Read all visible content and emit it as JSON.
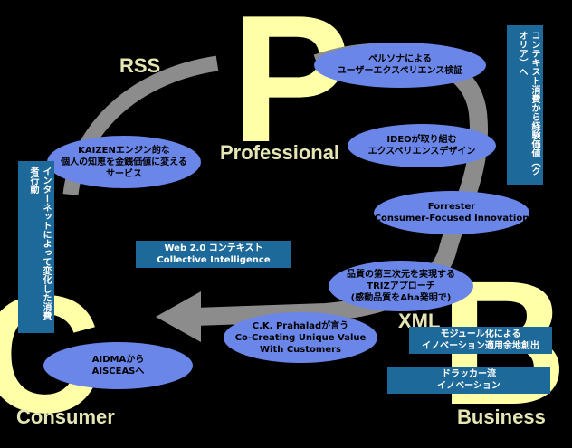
{
  "letters": {
    "p": "P",
    "c": "C",
    "b": "B"
  },
  "words": {
    "professional": "Professional",
    "consumer": "Consumer",
    "business": "Business",
    "rss": "RSS",
    "xml": "XML"
  },
  "ovals": [
    {
      "lines": [
        "ペルソナによる",
        "ユーザーエクスペリエンス検証"
      ]
    },
    {
      "lines": [
        "IDEOが取り組む",
        "エクスペリエンスデザイン"
      ]
    },
    {
      "lines": [
        "Forrester",
        "Consumer-Focused Innovation"
      ]
    },
    {
      "lines": [
        "品質の第三次元を実現する",
        "TRIZアプローチ",
        "(感動品質をAha発明で)"
      ]
    },
    {
      "lines": [
        "C.K. Prahaladが言う",
        "Co-Creating Unique Value",
        "With Customers"
      ]
    },
    {
      "lines": [
        "AIDMAから",
        "AISCEASへ"
      ]
    },
    {
      "lines": [
        "KAIZENエンジン的な",
        "個人の知恵を金銭価値に変える",
        "サービス"
      ]
    }
  ],
  "boxes": {
    "web20": [
      "Web 2.0 コンテキスト",
      "Collective Intelligence"
    ],
    "modular": [
      "モジュール化による",
      "イノベーション適用余地創出"
    ],
    "drucker": [
      "ドラッカー流",
      "イノベーション"
    ],
    "context": "コンテキスト消費から経験価値（クオリア）へ",
    "internet": "インターネットによって変化した消費者行動"
  }
}
